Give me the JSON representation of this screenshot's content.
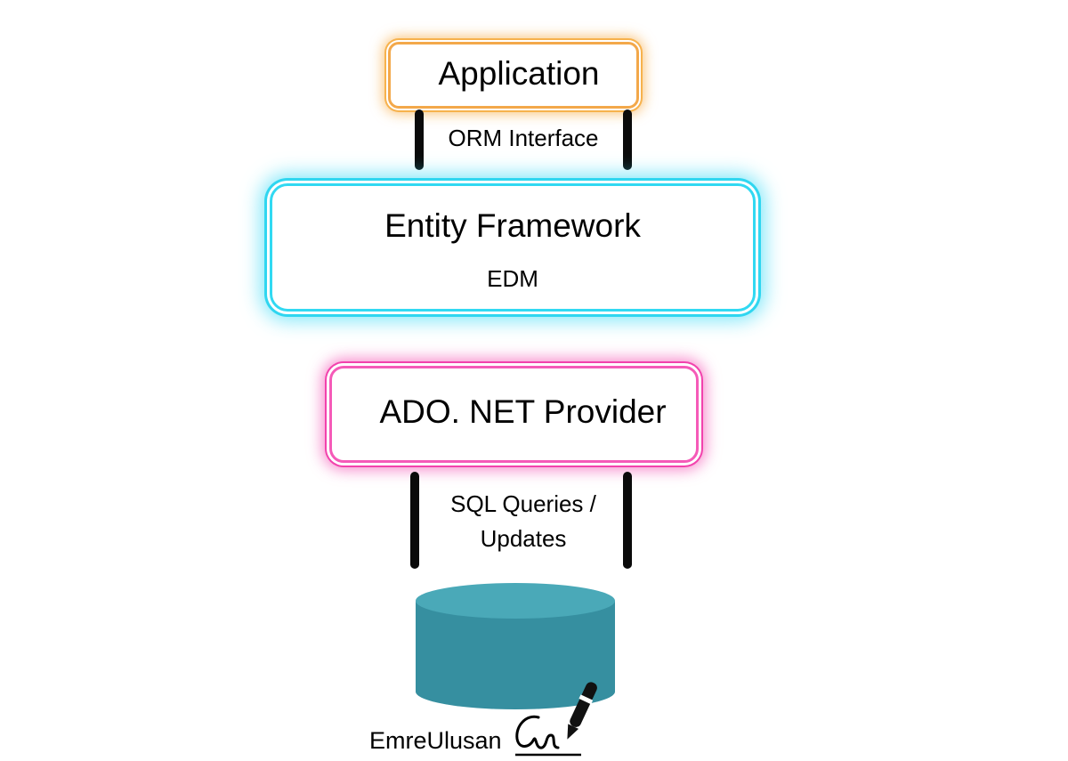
{
  "layers": {
    "application": {
      "title": "Application"
    },
    "orm_interface": {
      "label": "ORM Interface"
    },
    "entity_framework": {
      "title": "Entity Framework",
      "subtitle": "EDM"
    },
    "ado_provider": {
      "title": "ADO. NET Provider"
    },
    "sql_link": {
      "line1": "SQL Queries /",
      "line2": "Updates"
    }
  },
  "database": {
    "icon": "database-icon",
    "color": "#368fa0",
    "top_color": "#4aa9b8"
  },
  "signature": {
    "text": "EmreUlusan",
    "icon": "pen-icon"
  },
  "colors": {
    "application_glow": "#f7a83c",
    "entity_framework_glow": "#28d7f5",
    "ado_provider_glow": "#f23caa",
    "connector": "#0a0a0a"
  }
}
